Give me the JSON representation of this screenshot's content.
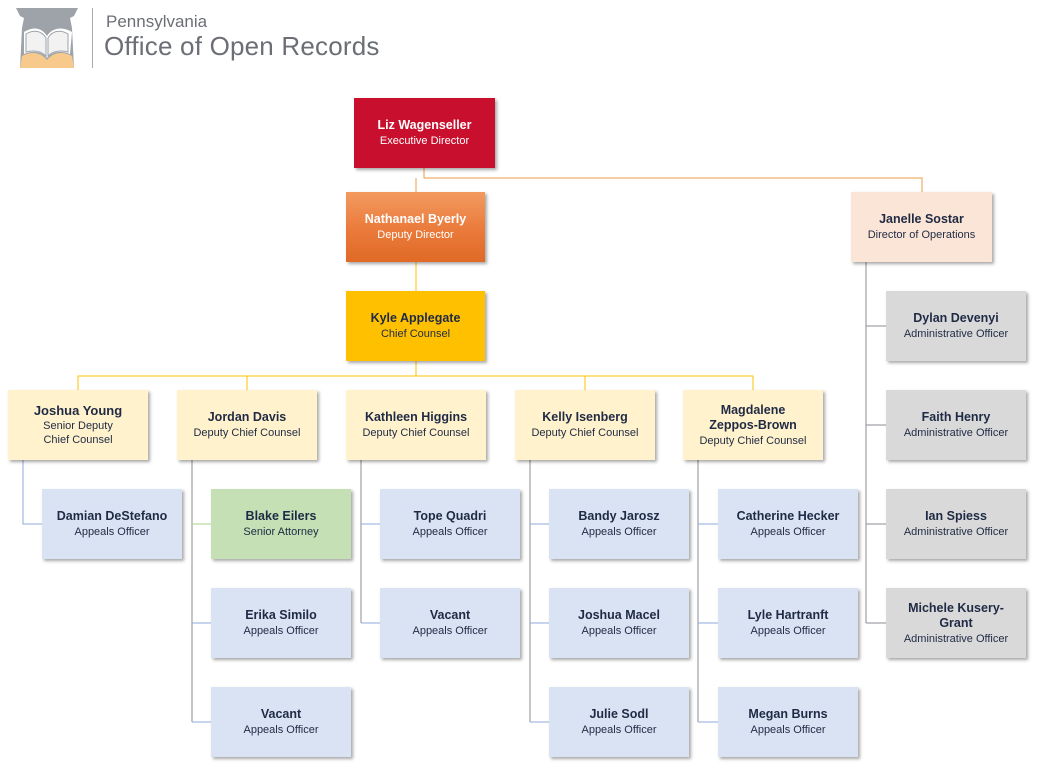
{
  "header": {
    "org_sub": "Pennsylvania",
    "org_main": "Office of Open Records"
  },
  "colors": {
    "executive": "#c8102e",
    "deputy_director": "#ea7a3b",
    "chief_counsel": "#ffc000",
    "counsel": "#fff2cc",
    "appeals": "#dae3f3",
    "senior_attorney": "#c5e0b4",
    "operations": "#fbe5d6",
    "admin": "#d9d9d9",
    "line_orange": "#ed9c4a",
    "line_gold": "#ffc000",
    "line_gray": "#8a8e93",
    "line_blue": "#8faadc",
    "line_green": "#a9d18e"
  },
  "nodes": {
    "exec": {
      "name": "Liz Wagenseller",
      "title": "Executive Director"
    },
    "deputy": {
      "name": "Nathanael Byerly",
      "title": "Deputy Director"
    },
    "ops": {
      "name": "Janelle Sostar",
      "title": "Director of Operations"
    },
    "chief": {
      "name": "Kyle Applegate",
      "title": "Chief Counsel"
    },
    "young": {
      "name": "Joshua Young",
      "title": "Senior Deputy Chief Counsel"
    },
    "davis": {
      "name": "Jordan Davis",
      "title": "Deputy Chief Counsel"
    },
    "higgins": {
      "name": "Kathleen Higgins",
      "title": "Deputy Chief Counsel"
    },
    "isenberg": {
      "name": "Kelly Isenberg",
      "title": "Deputy Chief Counsel"
    },
    "zeppos": {
      "name": "Magdalene Zeppos-Brown",
      "title": "Deputy Chief Counsel"
    },
    "destefano": {
      "name": "Damian DeStefano",
      "title": "Appeals Officer"
    },
    "eilers": {
      "name": "Blake Eilers",
      "title": "Senior Attorney"
    },
    "simila": {
      "name": "Erika Similo",
      "title": "Appeals Officer"
    },
    "vacant1": {
      "name": "Vacant",
      "title": "Appeals Officer"
    },
    "quadri": {
      "name": "Tope Quadri",
      "title": "Appeals Officer"
    },
    "vacant2": {
      "name": "Vacant",
      "title": "Appeals Officer"
    },
    "jarosz": {
      "name": "Bandy Jarosz",
      "title": "Appeals Officer"
    },
    "macel": {
      "name": "Joshua Macel",
      "title": "Appeals Officer"
    },
    "sodl": {
      "name": "Julie Sodl",
      "title": "Appeals Officer"
    },
    "hecker": {
      "name": "Catherine Hecker",
      "title": "Appeals Officer"
    },
    "hartranft": {
      "name": "Lyle Hartranft",
      "title": "Appeals Officer"
    },
    "burns": {
      "name": "Megan Burns",
      "title": "Appeals Officer"
    },
    "devenyi": {
      "name": "Dylan Devenyi",
      "title": "Administrative Officer"
    },
    "henry": {
      "name": "Faith Henry",
      "title": "Administrative Officer"
    },
    "spiess": {
      "name": "Ian Spiess",
      "title": "Administrative Officer"
    },
    "kusery": {
      "name": "Michele Kusery-Grant",
      "title": "Administrative Officer"
    }
  }
}
